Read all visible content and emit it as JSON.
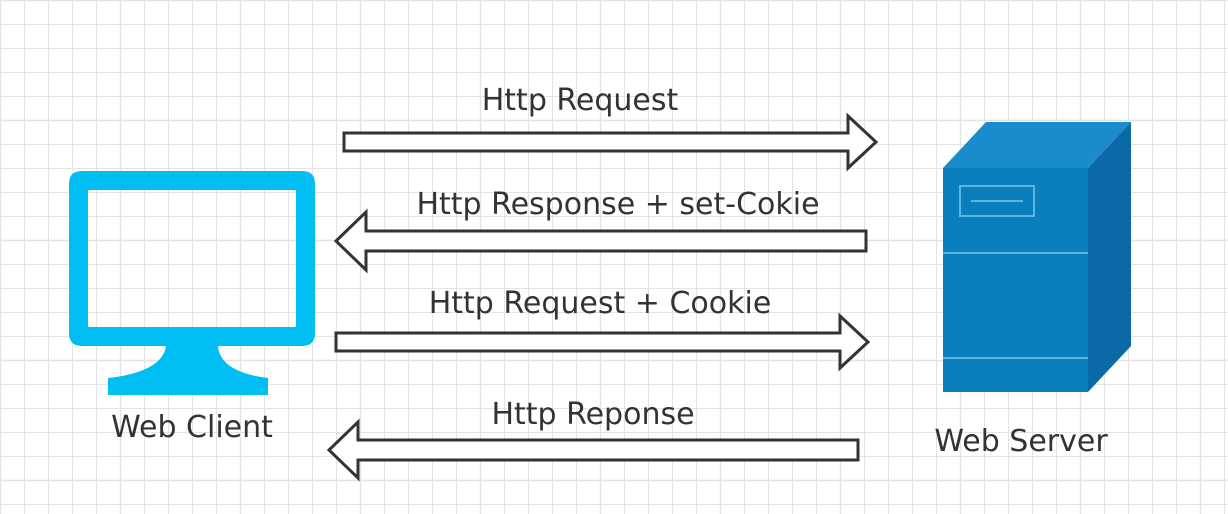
{
  "diagram": {
    "nodes": {
      "client": {
        "label": "Web Client",
        "icon": "monitor-icon"
      },
      "server": {
        "label": "Web Server",
        "icon": "server-tower-icon"
      }
    },
    "arrows": [
      {
        "label": "Http Request",
        "direction": "to-server"
      },
      {
        "label": "Http Response + set-Cokie",
        "direction": "to-client"
      },
      {
        "label": "Http Request + Cookie",
        "direction": "to-server"
      },
      {
        "label": "Http Reponse",
        "direction": "to-client"
      }
    ]
  },
  "colors": {
    "grid": "#e3e3e3",
    "monitor": "#00bef2",
    "server_front": "#0a7fbe",
    "server_top": "#1a8ccb",
    "server_side": "#0b6aa6",
    "server_lines": "#5ab4e4",
    "arrow_stroke": "#333333",
    "text": "#333333"
  }
}
